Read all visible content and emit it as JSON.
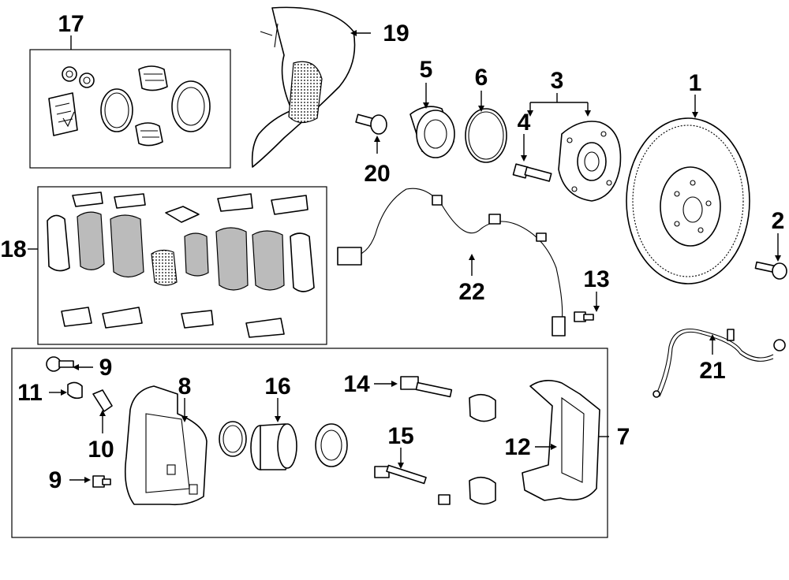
{
  "callouts": {
    "c1": "1",
    "c2": "2",
    "c3": "3",
    "c4": "4",
    "c5": "5",
    "c6": "6",
    "c7": "7",
    "c8": "8",
    "c9a": "9",
    "c9b": "9",
    "c10": "10",
    "c11": "11",
    "c12": "12",
    "c13": "13",
    "c14": "14",
    "c15": "15",
    "c16": "16",
    "c17": "17",
    "c18": "18",
    "c19": "19",
    "c20": "20",
    "c21": "21",
    "c22": "22"
  }
}
